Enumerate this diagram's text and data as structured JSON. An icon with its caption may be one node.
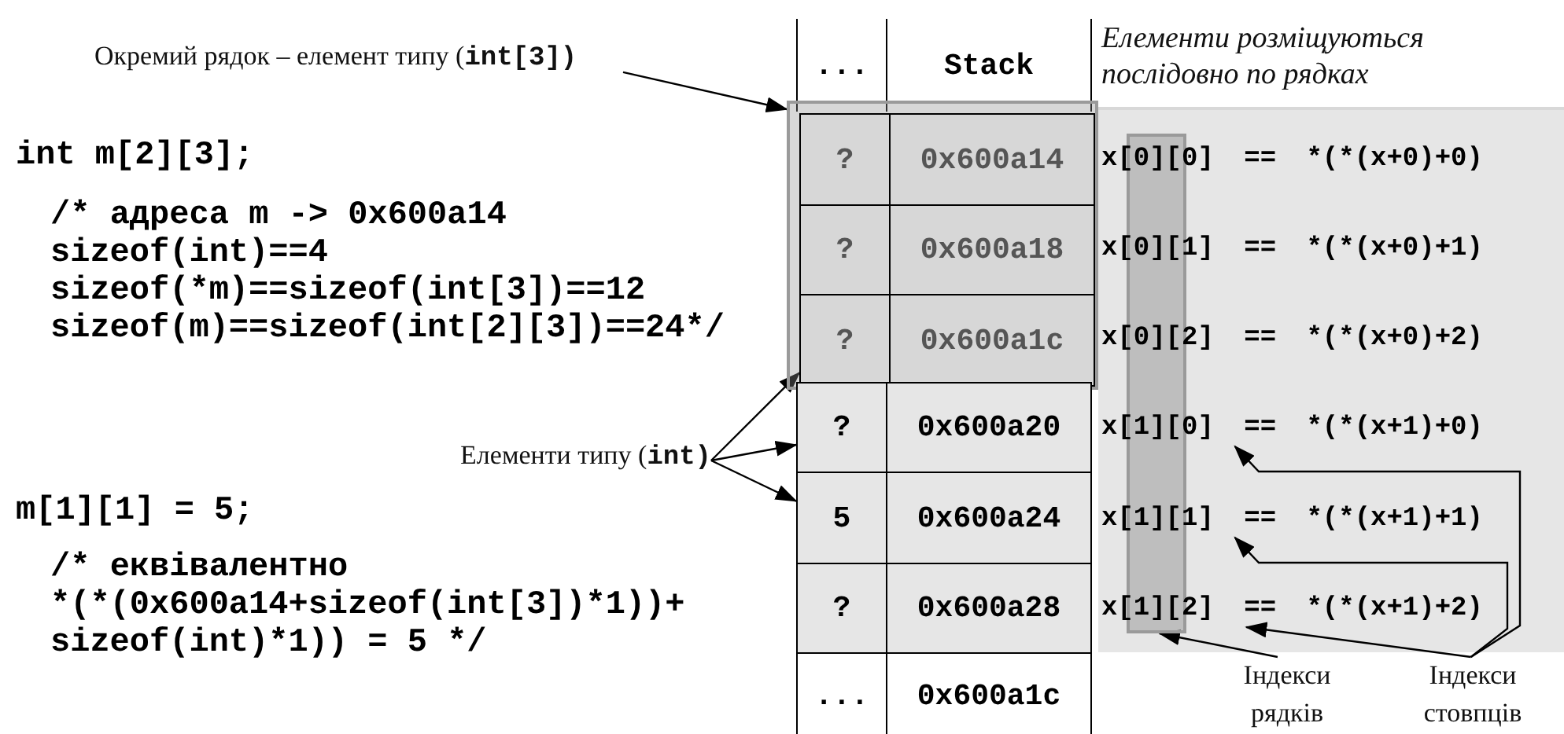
{
  "diagram": {
    "nodes": [
      {
        "text": [
          "Окремий рядок – елемент типу (**int[3])**"
        ]
      },
      {
        "text": [
          "..."
        ]
      },
      {
        "text": [
          "Stack"
        ]
      },
      {
        "text": [],
        "shape": "box"
      },
      {
        "text": [
          "?"
        ],
        "in": 3
      },
      {
        "text": [
          "0x600a14"
        ],
        "in": 3
      },
      {
        "text": [
          "?"
        ],
        "in": 3
      },
      {
        "text": [
          "0x600a18"
        ],
        "in": 3
      },
      {
        "text": [
          "?"
        ],
        "in": 3
      },
      {
        "text": [
          "0x600a1c"
        ],
        "in": 3
      },
      {
        "text": [
          "?"
        ]
      },
      {
        "text": [
          "0x600a20"
        ]
      },
      {
        "text": [
          "5"
        ]
      },
      {
        "text": [
          "0x600a24"
        ]
      },
      {
        "text": [
          "?"
        ]
      },
      {
        "text": [
          "0x600a28"
        ]
      },
      {
        "text": [
          "..."
        ]
      },
      {
        "text": [
          "0x600a1c"
        ]
      },
      {
        "text": [],
        "shape": "box"
      },
      {
        "text": [],
        "shape": "box",
        "in": 18
      },
      {
        "text": [
          "x[0][0] == *(*(x+0)+0)"
        ],
        "in": 18
      },
      {
        "text": [
          "x[0][1] == *(*(x+0)+1)"
        ],
        "in": 18
      },
      {
        "text": [
          "x[0][2] == *(*(x+0)+2)"
        ],
        "in": 18
      },
      {
        "text": [
          "x[1][0] == *(*(x+1)+0)"
        ],
        "in": 18
      },
      {
        "text": [
          "x[1][1] == *(*(x+1)+1)"
        ],
        "in": 18
      },
      {
        "text": [
          "x[1][2] == *(*(x+1)+2)"
        ],
        "in": 18
      },
      {
        "text": [
          "Елементи типу (**int)**"
        ]
      },
      {
        "text": [
          "Індекси рядків"
        ]
      },
      {
        "text": [
          "Індекси стовпців"
        ]
      }
    ],
    "edges": [
      {
        "from": 0,
        "to": 3,
        "arrow": "to"
      },
      {
        "from": 26,
        "to": 8,
        "arrow": "to"
      },
      {
        "from": 26,
        "to": 10,
        "arrow": "to"
      },
      {
        "from": 26,
        "to": 12,
        "arrow": "to"
      },
      {
        "from": 27,
        "to": 19,
        "arrow": "to"
      },
      {
        "from": 28,
        "to": 23,
        "arrow": "to"
      },
      {
        "from": 28,
        "to": 24,
        "arrow": "to"
      },
      {
        "from": 28,
        "to": 25,
        "arrow": "to"
      }
    ],
    "labels": [
      "int m[2][3];",
      "/* адреса m -> 0x600a14 sizeof(int)==4 sizeof(*m)==sizeof(int[3])==12 sizeof(m)==sizeof(int[2][3])==24*/",
      "m[1][1] = 5;",
      "/* еквівалентно *(*(0x600a14+sizeof(int[3])*1))+ sizeof(int)*1)) = 5 */",
      "Елементи розміщуються послідовно по рядках"
    ]
  }
}
